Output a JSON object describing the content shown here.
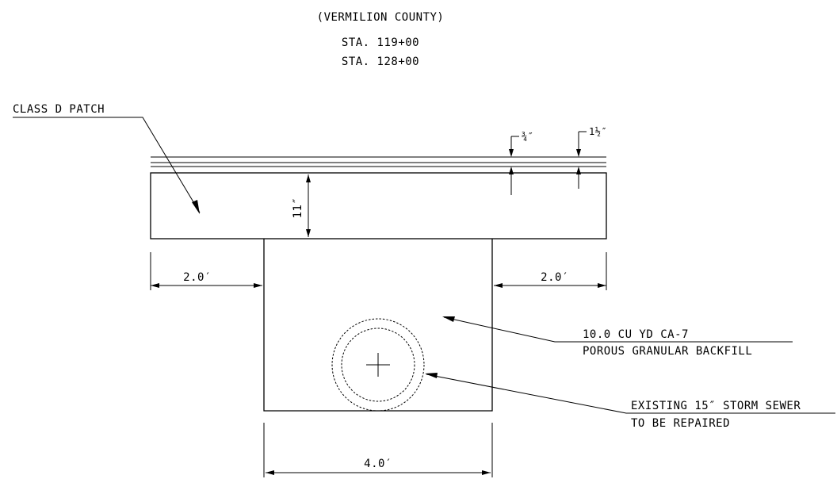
{
  "header": {
    "county": "(VERMILION COUNTY)",
    "station_1": "STA. 119+00",
    "station_2": "STA. 128+00"
  },
  "labels": {
    "patch": "CLASS D PATCH",
    "backfill_line1": "10.0 CU YD   CA-7",
    "backfill_line2": "POROUS GRANULAR BACKFILL",
    "sewer_line1": "EXISTING 15″ STORM SEWER",
    "sewer_line2": "TO BE REPAIRED"
  },
  "dimensions": {
    "thickness_overlay_1": "¾″",
    "thickness_overlay_2": "1½″",
    "patch_depth": "11″",
    "left_width": "2.0′",
    "right_width": "2.0′",
    "trench_width": "4.0′"
  }
}
